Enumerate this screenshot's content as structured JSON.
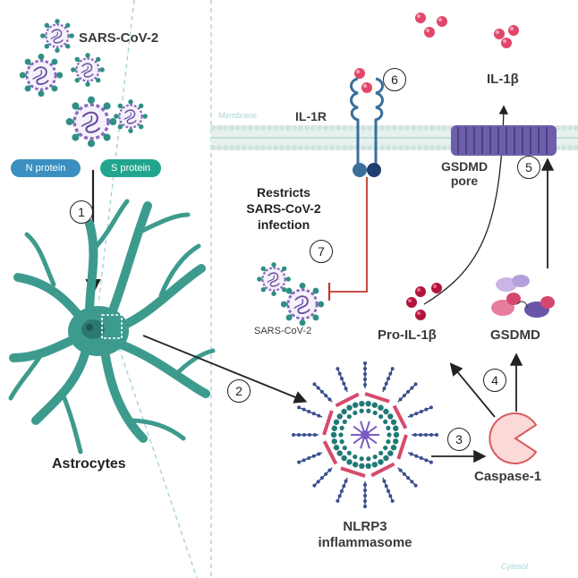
{
  "virus": {
    "title": "SARS-CoV-2",
    "small_label": "SARS-CoV-2"
  },
  "proteins": {
    "n_protein": "N protein",
    "s_protein": "S protein"
  },
  "cells": {
    "astrocytes": "Astrocytes"
  },
  "membrane": {
    "label": "Membrane",
    "receptor": "IL-1R",
    "pore_line1": "GSDMD",
    "pore_line2": "pore"
  },
  "cytosol": {
    "label": "Cytosol"
  },
  "cytokine": {
    "label": "IL-1β",
    "pro_label": "Pro-IL-1β"
  },
  "gsdmd": {
    "label": "GSDMD"
  },
  "caspase": {
    "label": "Caspase-1"
  },
  "inflammasome": {
    "line1": "NLRP3",
    "line2": "inflammasome"
  },
  "restricts": {
    "line1": "Restricts",
    "line2": "SARS-CoV-2",
    "line3": "infection"
  },
  "steps": [
    "1",
    "2",
    "3",
    "4",
    "5",
    "6",
    "7"
  ],
  "colors": {
    "astrocyte": "#3d9b8e",
    "virus_spike": "#2f8f85",
    "virus_rna": "#6a4aa0",
    "il1b": "#e2476a",
    "pore": "#6c5fa8",
    "receptor": "#3a6f9c",
    "inhibition": "#c0392b",
    "n_protein": "#3a8fc0",
    "s_protein": "#22a58f"
  }
}
